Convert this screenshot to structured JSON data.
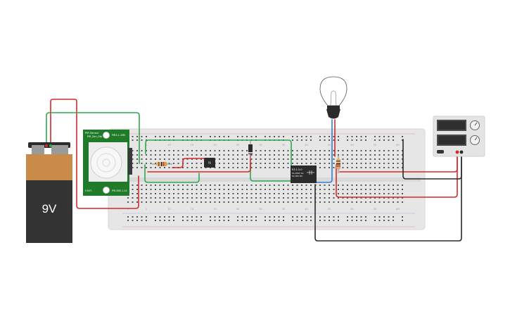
{
  "battery": {
    "label": "9V"
  },
  "pir_sensor": {
    "title_line1": "PIR Sensor",
    "title_line2": "PIR_Sen_Obj",
    "top_right_label": "PIR3.1-1M0",
    "bottom_right_label": "PIR-2W2-1.15",
    "bottom_left_label": "+OUT-"
  },
  "relay": {
    "line1": "R3.1-5-0",
    "line2": "5A 250V AC",
    "line3": "5A 30V DC"
  },
  "breadboard": {
    "column_numbers": [
      "1",
      "5",
      "10",
      "15",
      "20",
      "25",
      "30",
      "35",
      "40",
      "45",
      "50",
      "55",
      "60"
    ]
  },
  "colors": {
    "wire_red": "#d42a2a",
    "wire_green": "#2fa84f",
    "wire_dark": "#2b2b2b",
    "wire_blue": "#2f7fd4",
    "breadboard": "#e6e6e6",
    "pir_board": "#1f7a2a",
    "battery_top": "#c98a4a",
    "battery_body": "#333333"
  },
  "icons": {
    "bulb": "light-bulb-icon",
    "power_supply": "power-supply-icon"
  }
}
